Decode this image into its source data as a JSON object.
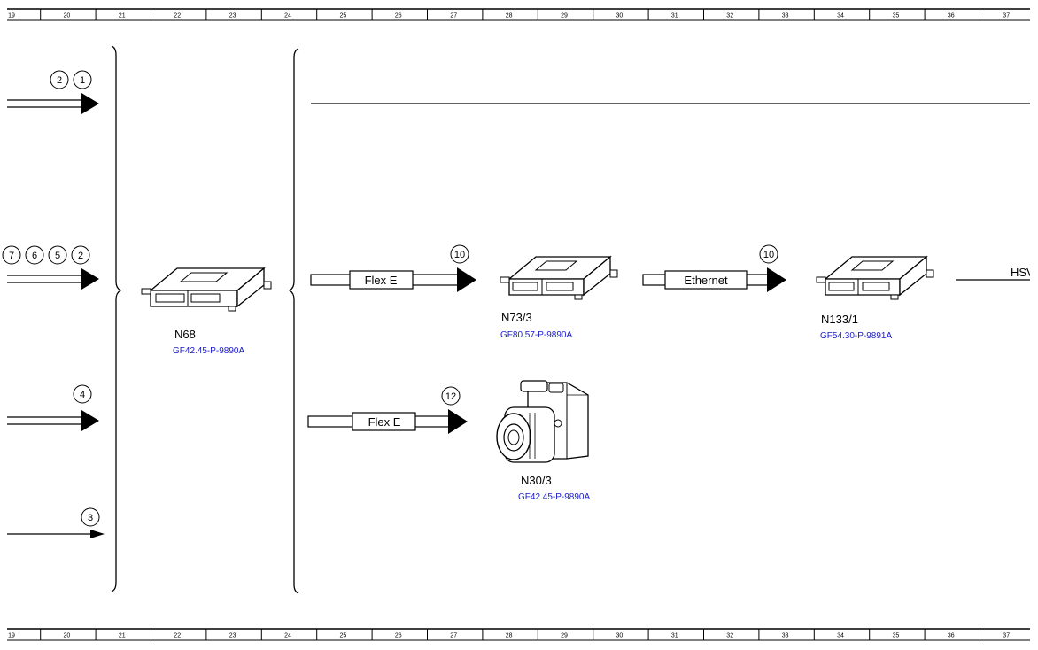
{
  "ruler": {
    "columns": [
      "19",
      "20",
      "21",
      "22",
      "23",
      "24",
      "25",
      "26",
      "27",
      "28",
      "29",
      "30",
      "31",
      "32",
      "33",
      "34",
      "35",
      "36",
      "37"
    ]
  },
  "incoming": [
    {
      "markers": [
        "2",
        "1"
      ]
    },
    {
      "markers": [
        "7",
        "6",
        "5",
        "2"
      ]
    },
    {
      "markers": [
        "4"
      ]
    },
    {
      "markers": [
        "3"
      ]
    }
  ],
  "components": {
    "n68": {
      "label": "N68",
      "ref": "GF42.45-P-9890A"
    },
    "n73_3": {
      "label": "N73/3",
      "ref": "GF80.57-P-9890A"
    },
    "n133_1": {
      "label": "N133/1",
      "ref": "GF54.30-P-9891A"
    },
    "n30_3": {
      "label": "N30/3",
      "ref": "GF42.45-P-9890A"
    }
  },
  "connections": {
    "flex_top": {
      "label": "Flex E",
      "marker": "10"
    },
    "ethernet": {
      "label": "Ethernet",
      "marker": "10"
    },
    "flex_bottom": {
      "label": "Flex E",
      "marker": "12"
    },
    "hsv": {
      "label": "HSV"
    }
  },
  "colors": {
    "line": "#000000",
    "reference_link": "#1a1acc"
  }
}
